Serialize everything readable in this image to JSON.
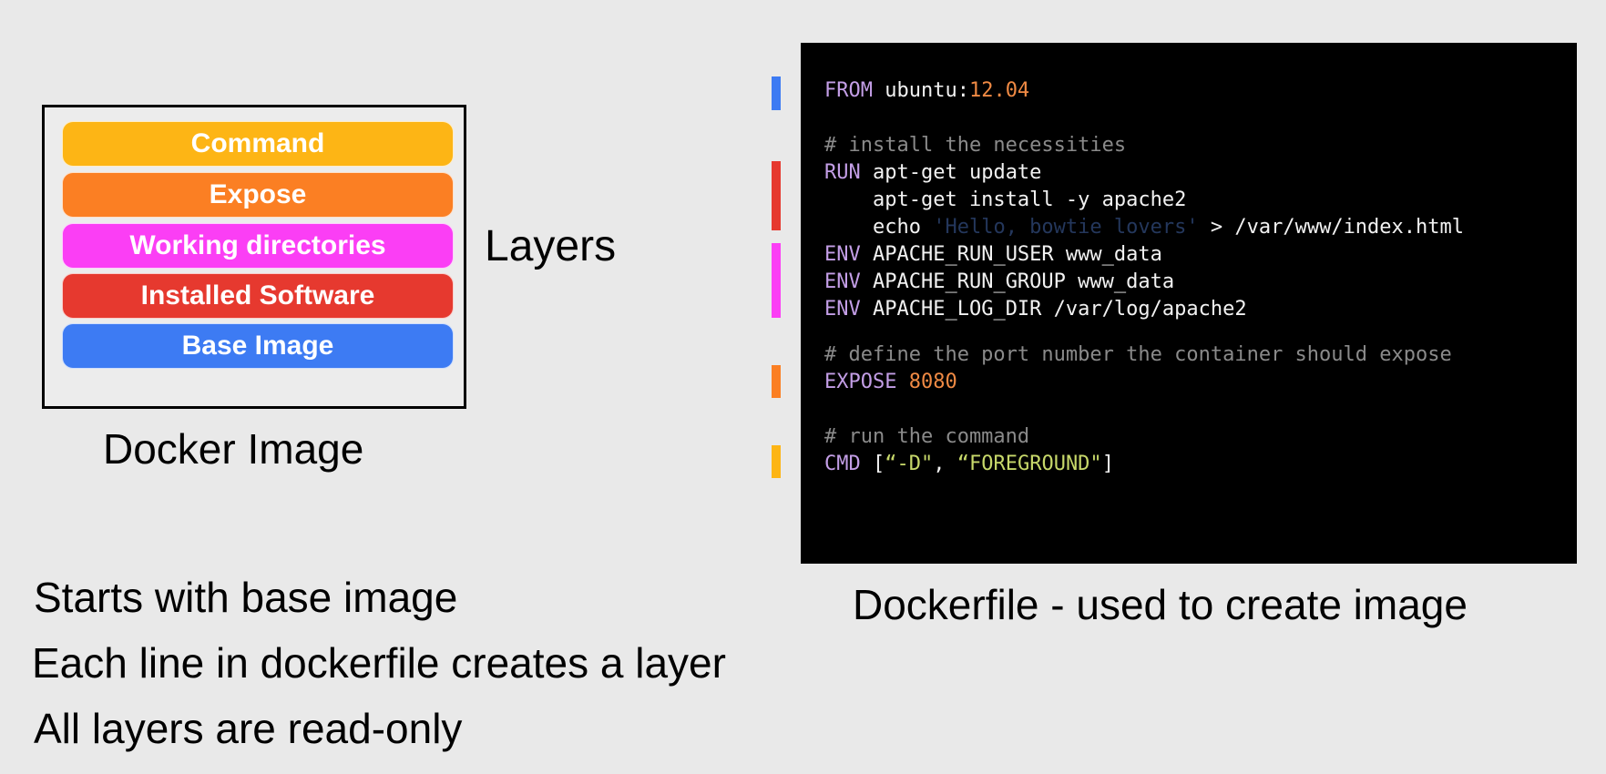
{
  "docker_image": {
    "layers": [
      {
        "label": "Command",
        "color": "#fdb515"
      },
      {
        "label": "Expose",
        "color": "#fb7f23"
      },
      {
        "label": "Working directories",
        "color": "#fb3ef5"
      },
      {
        "label": "Installed Software",
        "color": "#e6392f"
      },
      {
        "label": "Base Image",
        "color": "#3d7bf3"
      }
    ],
    "caption": "Docker Image"
  },
  "layers_label": "Layers",
  "dockerfile": {
    "caption": "Dockerfile - used to create image",
    "lines": {
      "from_kw": "FROM",
      "from_image": " ubuntu:",
      "from_version": "12.04",
      "comment_install": "# install the necessities",
      "run_kw": "RUN",
      "run_cmd": " apt-get update",
      "install_cmd": "    apt-get install -y apache2",
      "echo_cmd": "    echo ",
      "echo_string": "'Hello, bowtie lovers'",
      "echo_target": " > /var/www/index.html",
      "env_kw": "ENV",
      "env_user": " APACHE_RUN_USER www_data",
      "env_group": " APACHE_RUN_GROUP www_data",
      "env_log": " APACHE_LOG_DIR /var/log/apache2",
      "comment_port": "# define the port number the container should expose",
      "expose_kw": "EXPOSE",
      "expose_port": "8080",
      "comment_cmd": "# run the command",
      "cmd_kw": "CMD",
      "cmd_open": " [",
      "cmd_arg1": "“-D\"",
      "cmd_sep": ", ",
      "cmd_arg2": "“FOREGROUND\"",
      "cmd_close": "]"
    }
  },
  "markers": {
    "base": "#3d7bf3",
    "software": "#e6392f",
    "workdir": "#fb3ef5",
    "expose": "#fb7f23",
    "command": "#fdb515"
  },
  "bullets": [
    "Starts with base image",
    "Each line in dockerfile creates a layer",
    "All layers are read-only"
  ]
}
